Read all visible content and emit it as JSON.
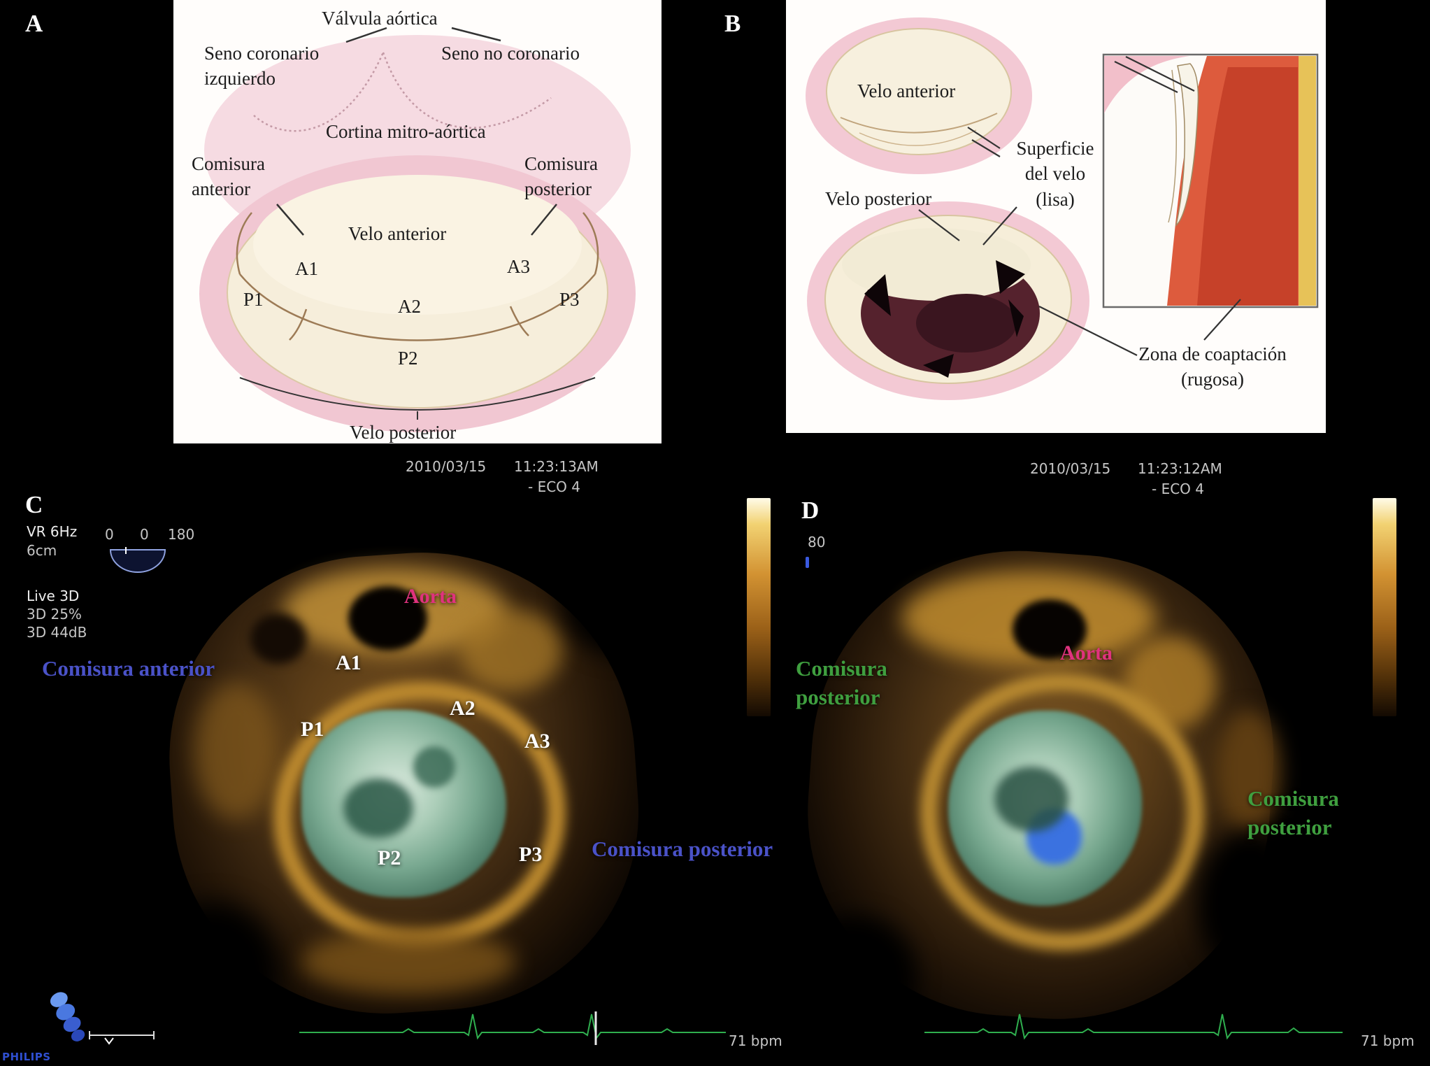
{
  "panel_a": {
    "letter": "A",
    "valvula_aortica": "Válvula aórtica",
    "seno_coronario_izquierdo_1": "Seno coronario",
    "seno_coronario_izquierdo_2": "izquierdo",
    "seno_no_coronario": "Seno no coronario",
    "cortina_mitro_aortica": "Cortina mitro-aórtica",
    "comisura_anterior_1": "Comisura",
    "comisura_anterior_2": "anterior",
    "comisura_posterior_1": "Comisura",
    "comisura_posterior_2": "posterior",
    "velo_anterior": "Velo anterior",
    "a1": "A1",
    "a2": "A2",
    "a3": "A3",
    "p1": "P1",
    "p2": "P2",
    "p3": "P3",
    "velo_posterior": "Velo posterior"
  },
  "panel_b": {
    "letter": "B",
    "velo_anterior": "Velo anterior",
    "velo_posterior": "Velo posterior",
    "superficie_1": "Superficie",
    "superficie_2": "del velo",
    "superficie_3": "(lisa)",
    "zona_1": "Zona de coaptación",
    "zona_2": "(rugosa)"
  },
  "echo_c": {
    "letter": "C",
    "date": "2010/03/15",
    "time": "11:23:13AM",
    "eco_line": "- ECO 4",
    "vr": "VR 6Hz",
    "depth": "6cm",
    "live3d": "Live 3D",
    "pct3d": "3D 25%",
    "db3d": "3D 44dB",
    "scale_left": "0",
    "scale_mid": "0",
    "scale_right": "180",
    "aorta": "Aorta",
    "a1": "A1",
    "a2": "A2",
    "a3": "A3",
    "p1": "P1",
    "p2": "P2",
    "p3": "P3",
    "comisura_anterior": "Comisura anterior",
    "comisura_posterior": "Comisura posterior",
    "bpm": "71 bpm"
  },
  "echo_d": {
    "letter": "D",
    "date": "2010/03/15",
    "time": "11:23:12AM",
    "eco_line": "- ECO 4",
    "gain": "80",
    "aorta": "Aorta",
    "comisura_left_1": "Comisura",
    "comisura_left_2": "posterior",
    "comisura_right_1": "Comisura",
    "comisura_right_2": "posterior",
    "bpm": "71 bpm"
  },
  "branding": {
    "philips": "PHILIPS"
  },
  "colors": {
    "aorta_label": "#e0327e",
    "commissure_label_c": "#4a52c8",
    "commissure_label_d": "#3f9f3f",
    "ecg_trace": "#2fae4e",
    "echo_gold": "#bd8a2e",
    "echo_teal": "#78a890",
    "philips_blue": "#2f4fd0",
    "illustration_pink": "#f1c7d2",
    "leaflet_cream": "#f6eedb"
  }
}
